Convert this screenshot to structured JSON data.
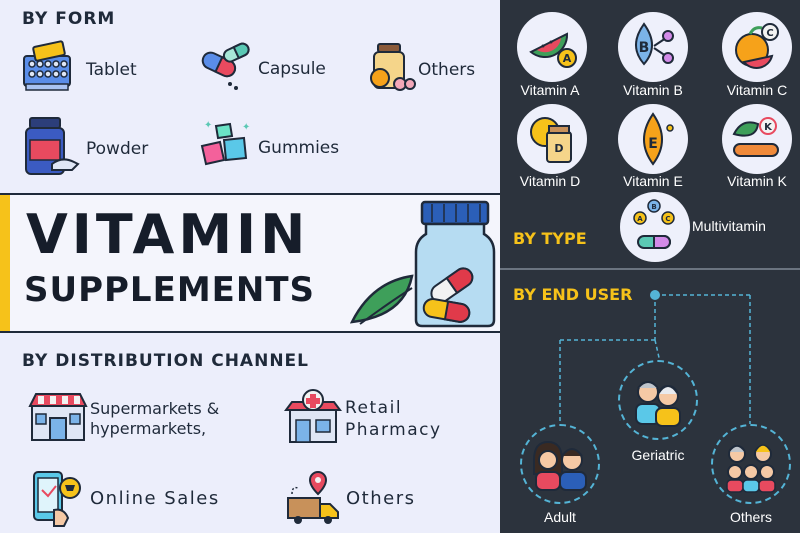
{
  "by_form": {
    "title": "BY FORM",
    "items": [
      {
        "label": "Tablet",
        "icon": "tablet-blister-icon"
      },
      {
        "label": "Capsule",
        "icon": "capsule-icon"
      },
      {
        "label": "Others",
        "icon": "jar-orange-icon"
      },
      {
        "label": "Powder",
        "icon": "powder-jar-icon"
      },
      {
        "label": "Gummies",
        "icon": "gummies-icon"
      }
    ]
  },
  "hero": {
    "line1": "VITAMIN",
    "line2": "SUPPLEMENTS"
  },
  "by_distribution": {
    "title": "BY DISTRIBUTION CHANNEL",
    "items": [
      {
        "label": "Supermarkets &",
        "label2": "hypermarkets,",
        "icon": "supermarket-icon"
      },
      {
        "label": "Retail",
        "label2": "Pharmacy",
        "icon": "pharmacy-icon"
      },
      {
        "label": "Online Sales",
        "icon": "phone-cart-icon"
      },
      {
        "label": "Others",
        "icon": "delivery-truck-icon"
      }
    ]
  },
  "by_type": {
    "title": "BY TYPE",
    "items": [
      {
        "label": "Vitamin A",
        "letter": "A"
      },
      {
        "label": "Vitamin B",
        "letter": "B"
      },
      {
        "label": "Vitamin C",
        "letter": "C"
      },
      {
        "label": "Vitamin D",
        "letter": "D"
      },
      {
        "label": "Vitamin E",
        "letter": "E"
      },
      {
        "label": "Vitamin K",
        "letter": "K"
      },
      {
        "label": "Multivitamin",
        "letter": "A B C"
      }
    ]
  },
  "by_end_user": {
    "title": "BY END USER",
    "items": [
      {
        "label": "Adult"
      },
      {
        "label": "Geriatric"
      },
      {
        "label": "Others"
      }
    ]
  },
  "colors": {
    "dark": "#2c333d",
    "accent": "#f6c21a",
    "line": "#54b4d6",
    "text": "#1f2a3a"
  }
}
